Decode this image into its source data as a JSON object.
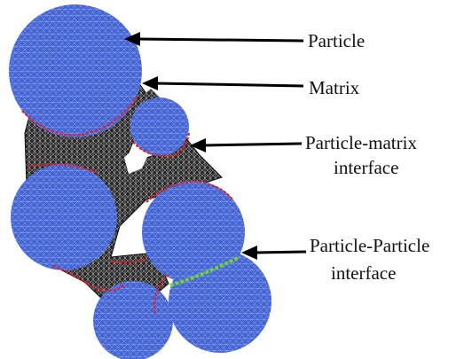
{
  "labels": {
    "particle": "Particle",
    "matrix": "Matrix",
    "particle_matrix_interface_line1": "Particle-matrix",
    "particle_matrix_interface_line2": "interface",
    "particle_particle_interface_line1": "Particle-Particle",
    "particle_particle_interface_line2": "interface"
  },
  "colors": {
    "particle_fill": "#3f5fcf",
    "particle_mesh": "#8aa0ee",
    "matrix_mesh": "#111111",
    "particle_matrix_interface": "#e0202a",
    "particle_particle_interface": "#6fd23a",
    "arrow": "#000000"
  }
}
